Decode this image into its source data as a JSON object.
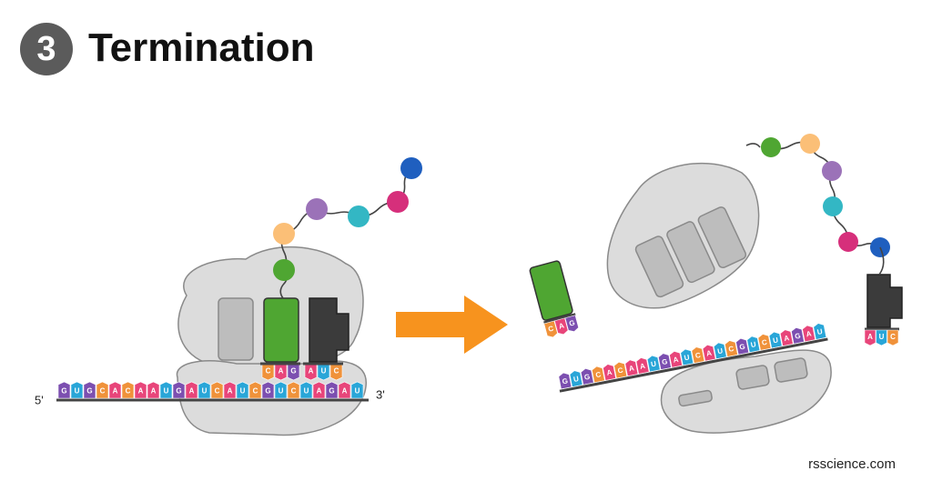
{
  "header": {
    "step_number": "3",
    "title": "Termination"
  },
  "credit": "rsscience.com",
  "mrna": {
    "five_prime": "5'",
    "three_prime": "3'",
    "sequence": [
      "G",
      "U",
      "G",
      "C",
      "A",
      "C",
      "A",
      "A",
      "U",
      "G",
      "A",
      "U",
      "C",
      "A",
      "U",
      "C",
      "G",
      "U",
      "C",
      "U",
      "A",
      "G",
      "A",
      "U"
    ],
    "sequence_right": [
      "G",
      "U",
      "G",
      "C",
      "A",
      "C",
      "A",
      "A",
      "U",
      "G",
      "A",
      "U",
      "C",
      "A",
      "U",
      "C",
      "G",
      "U",
      "C",
      "U",
      "A",
      "G",
      "A",
      "U"
    ]
  },
  "anticodons": {
    "bound_left": [
      "C",
      "A",
      "G"
    ],
    "bound_right": [
      "A",
      "U",
      "C"
    ],
    "released_green": [
      "C",
      "A",
      "G"
    ],
    "released_dark": [
      "A",
      "U",
      "C"
    ]
  },
  "colors": {
    "A": "#e8457a",
    "U": "#29a6d8",
    "G": "#7c4fb0",
    "C": "#f0923a",
    "ribosome": "#dcdcdc",
    "ribosome_outline": "#7a7a7a",
    "trna_green": "#4fa632",
    "trna_dark": "#3b3b3b",
    "arrow": "#f7931e",
    "bead_green": "#4fa632",
    "bead_peach": "#fbbf77",
    "bead_purple": "#9b72b8",
    "bead_teal": "#33b7c4",
    "bead_magenta": "#d62f7b",
    "bead_blue": "#1f5fbf"
  },
  "peptide_left": [
    "bead_green",
    "bead_peach",
    "bead_purple",
    "bead_teal",
    "bead_magenta",
    "bead_blue"
  ],
  "peptide_right": [
    "bead_green",
    "bead_peach",
    "bead_purple",
    "bead_teal",
    "bead_magenta",
    "bead_blue"
  ]
}
